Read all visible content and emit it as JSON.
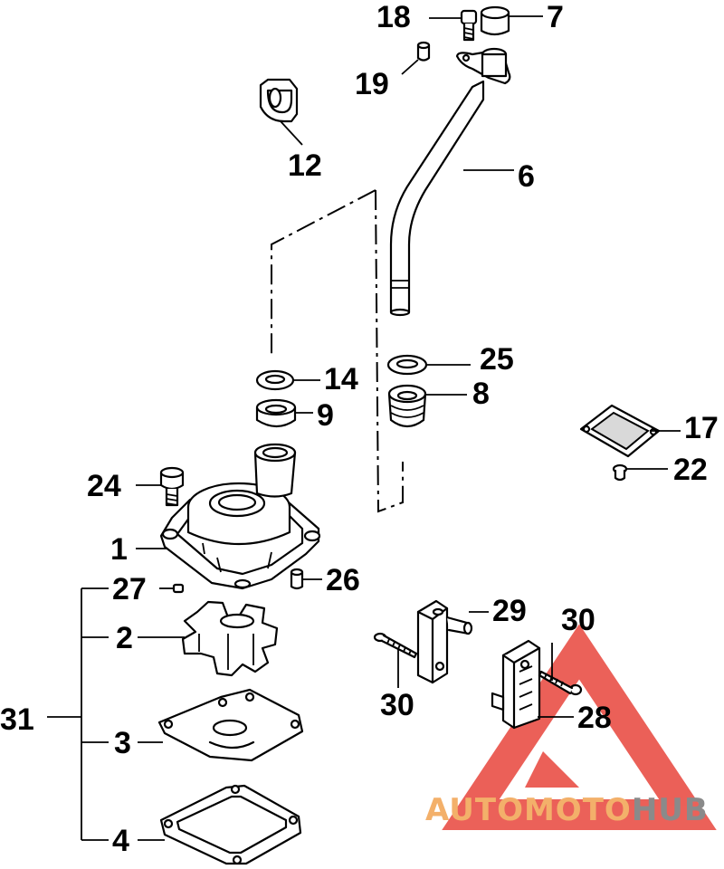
{
  "diagram": {
    "callouts": [
      {
        "id": "c18",
        "label": "18"
      },
      {
        "id": "c7",
        "label": "7"
      },
      {
        "id": "c19",
        "label": "19"
      },
      {
        "id": "c12",
        "label": "12"
      },
      {
        "id": "c6",
        "label": "6"
      },
      {
        "id": "c14",
        "label": "14"
      },
      {
        "id": "c25",
        "label": "25"
      },
      {
        "id": "c9",
        "label": "9"
      },
      {
        "id": "c8",
        "label": "8"
      },
      {
        "id": "c17",
        "label": "17"
      },
      {
        "id": "c24",
        "label": "24"
      },
      {
        "id": "c22",
        "label": "22"
      },
      {
        "id": "c1",
        "label": "1"
      },
      {
        "id": "c27",
        "label": "27"
      },
      {
        "id": "c26",
        "label": "26"
      },
      {
        "id": "c29",
        "label": "29"
      },
      {
        "id": "c30a",
        "label": "30"
      },
      {
        "id": "c2",
        "label": "2"
      },
      {
        "id": "c31",
        "label": "31"
      },
      {
        "id": "c30b",
        "label": "30"
      },
      {
        "id": "c28",
        "label": "28"
      },
      {
        "id": "c3",
        "label": "3"
      },
      {
        "id": "c4",
        "label": "4"
      }
    ]
  },
  "watermark": {
    "part1": "AUTOMOTO",
    "part2": "HUB",
    "color_part1": "#f3b06a",
    "color_part2": "#8a8a8a",
    "triangle_color": "#e8453c"
  }
}
